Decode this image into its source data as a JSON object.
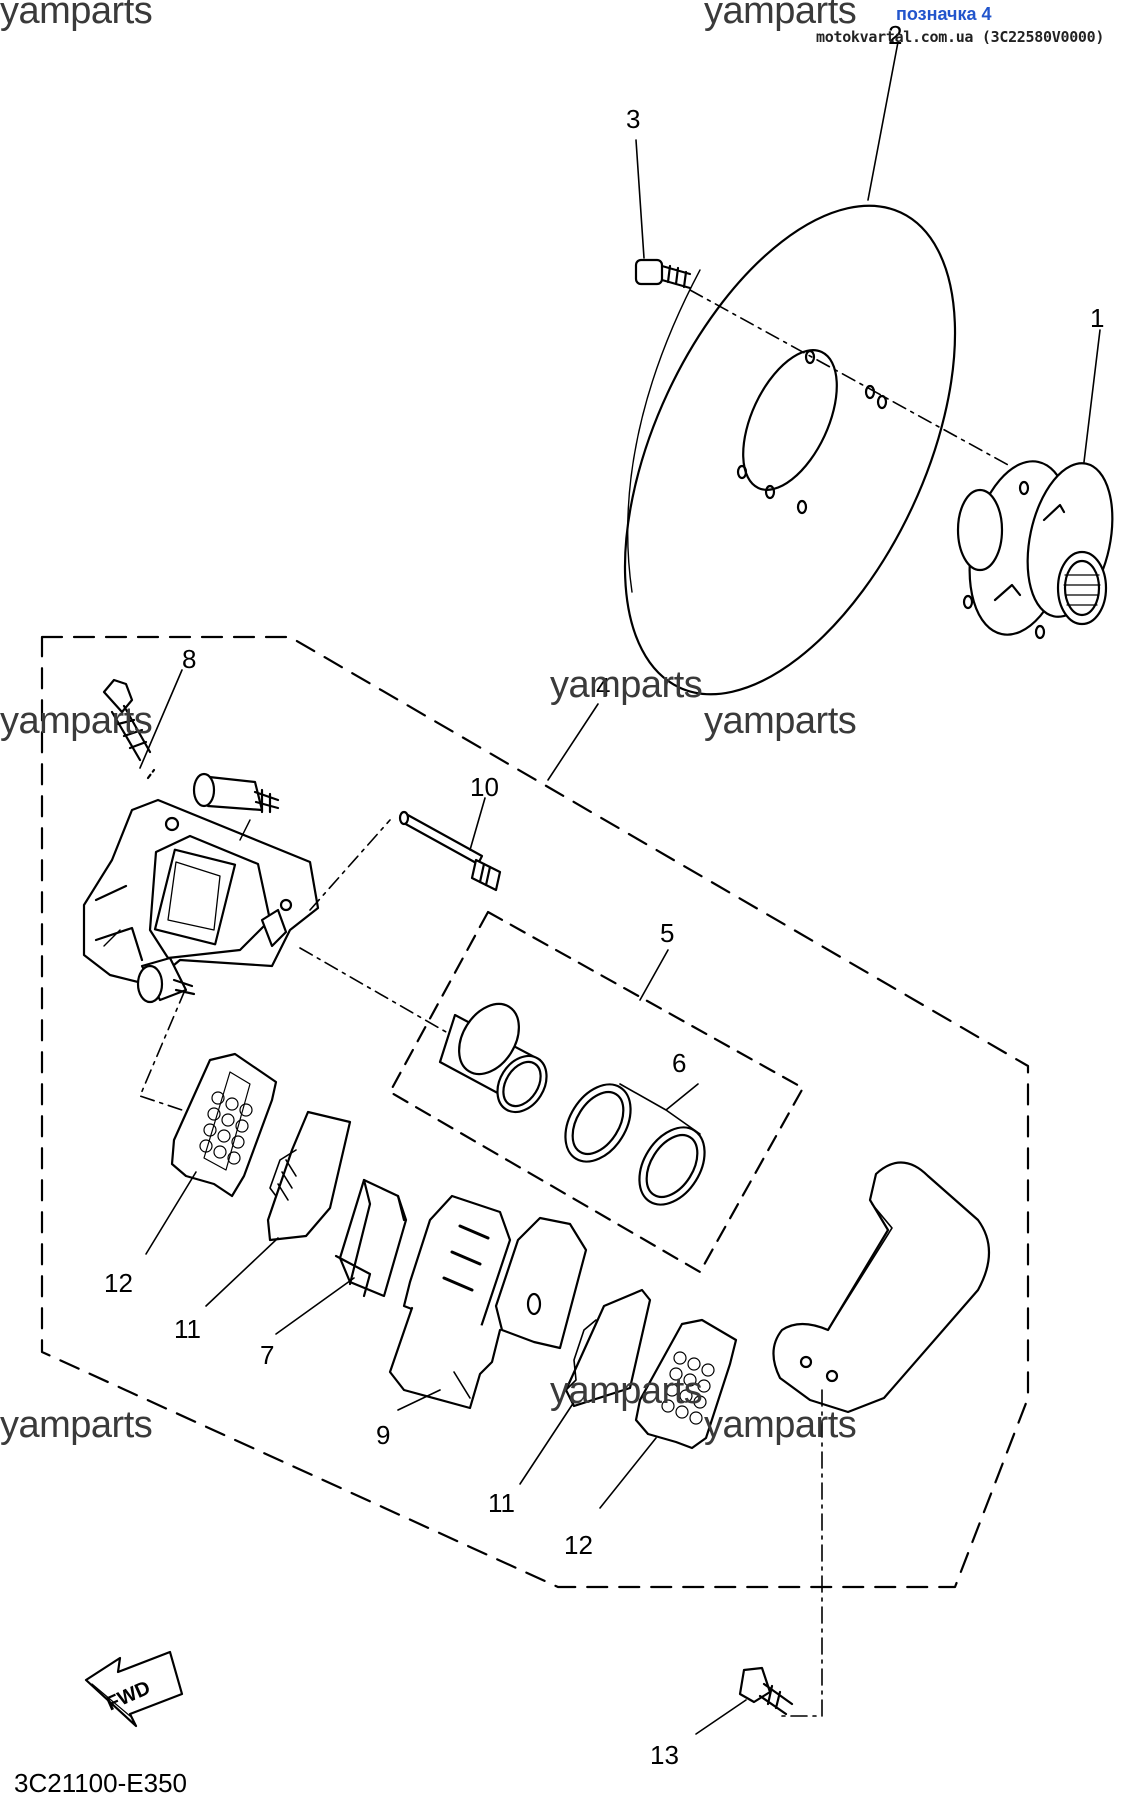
{
  "header": {
    "link_text": "позначка 4",
    "source_text": "motokvartal.com.ua (3C22580V0000)"
  },
  "watermark": "yamparts",
  "diagram_code": "3C21100-E350",
  "fwd_label": "FWD",
  "callouts": {
    "hub": "1",
    "disc": "2",
    "disc_bolt": "3",
    "caliper_assy": "4",
    "piston_kit": "5",
    "seal_kit": "6",
    "pad_spring": "7",
    "bleed_screw": "8",
    "pad_support": "9",
    "pad_pin": "10",
    "pad_left": "11",
    "pad_right": "11",
    "shim_left": "12",
    "shim_right": "12",
    "bracket_bolt": "13"
  }
}
